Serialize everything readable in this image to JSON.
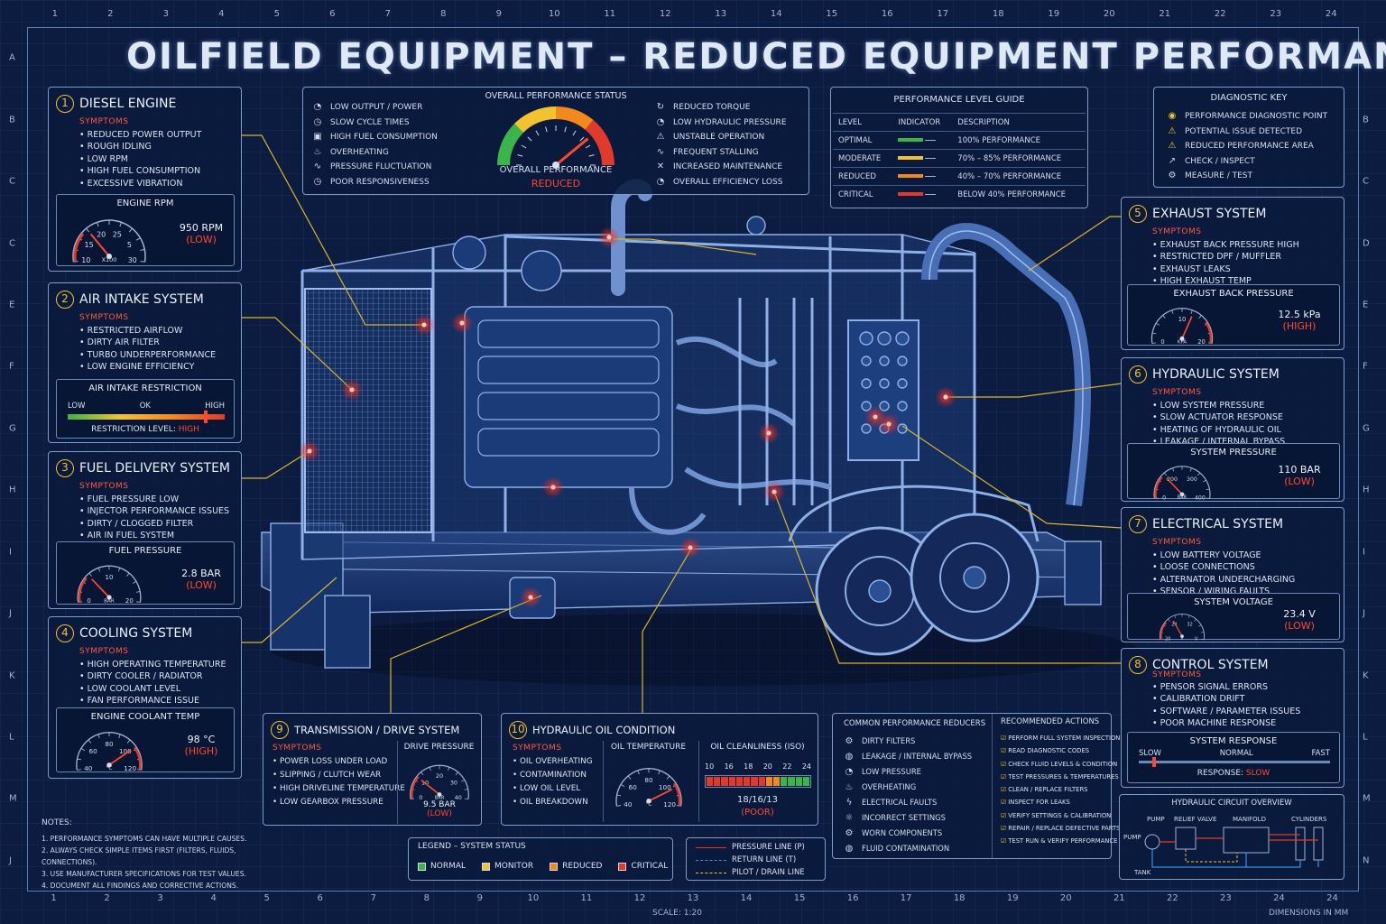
{
  "title": "OILFIELD EQUIPMENT – REDUCED EQUIPMENT PERFORMANCE PROBLEM",
  "ruler_top": [
    "1",
    "2",
    "3",
    "4",
    "5",
    "6",
    "7",
    "8",
    "9",
    "10",
    "11",
    "12",
    "13",
    "14",
    "15",
    "16",
    "17",
    "18",
    "19",
    "20",
    "21",
    "22",
    "23",
    "24"
  ],
  "ruler_bottom": [
    "1",
    "2",
    "3",
    "4",
    "5",
    "6",
    "7",
    "8",
    "9",
    "10",
    "11",
    "12",
    "13",
    "14",
    "15",
    "16",
    "17",
    "18",
    "19",
    "20",
    "21",
    "22",
    "23",
    "24",
    "24"
  ],
  "ruler_left": [
    "A",
    "B",
    "C",
    "C",
    "E",
    "F",
    "G",
    "H",
    "I",
    "J",
    "K",
    "L",
    "M",
    "J"
  ],
  "ruler_right": [
    "A",
    "B",
    "C",
    "D",
    "E",
    "F",
    "G",
    "H",
    "I",
    "J",
    "K",
    "L",
    "M",
    "N"
  ],
  "colors": {
    "normal": "#3bb44a",
    "monitor": "#f2c230",
    "reduced": "#f2891f",
    "critical": "#e03a2a",
    "accent": "#f2c230",
    "bad": "#ff4a2e"
  },
  "status": {
    "left_items": [
      {
        "icon": "gauge-icon",
        "label": "LOW OUTPUT / POWER"
      },
      {
        "icon": "clock-icon",
        "label": "SLOW CYCLE TIMES"
      },
      {
        "icon": "fuel-icon",
        "label": "HIGH FUEL CONSUMPTION"
      },
      {
        "icon": "thermometer-icon",
        "label": "OVERHEATING"
      },
      {
        "icon": "wave-icon",
        "label": "PRESSURE FLUCTUATION"
      },
      {
        "icon": "clock-icon",
        "label": "POOR RESPONSIVENESS"
      }
    ],
    "heading": "OVERALL PERFORMANCE STATUS",
    "gauge_label": "OVERALL PERFORMANCE",
    "gauge_value": "REDUCED",
    "gauge_level": 0.78,
    "right_items": [
      {
        "icon": "torque-icon",
        "label": "REDUCED TORQUE"
      },
      {
        "icon": "gauge-icon",
        "label": "LOW HYDRAULIC PRESSURE"
      },
      {
        "icon": "warning-icon",
        "label": "UNSTABLE OPERATION"
      },
      {
        "icon": "wave-icon",
        "label": "FREQUENT STALLING"
      },
      {
        "icon": "wrench-icon",
        "label": "INCREASED MAINTENANCE"
      },
      {
        "icon": "gauge-icon",
        "label": "OVERALL EFFICIENCY LOSS"
      }
    ]
  },
  "guide": {
    "title": "PERFORMANCE LEVEL GUIDE",
    "headers": [
      "LEVEL",
      "INDICATOR",
      "DESCRIPTION"
    ],
    "rows": [
      {
        "level": "OPTIMAL",
        "color": "#3bb44a",
        "desc": "100% PERFORMANCE"
      },
      {
        "level": "MODERATE",
        "color": "#f2c230",
        "desc": "70% – 85% PERFORMANCE"
      },
      {
        "level": "REDUCED",
        "color": "#f2891f",
        "desc": "40% – 70% PERFORMANCE"
      },
      {
        "level": "CRITICAL",
        "color": "#e03a2a",
        "desc": "BELOW 40% PERFORMANCE"
      }
    ]
  },
  "key": {
    "title": "DIAGNOSTIC KEY",
    "items": [
      {
        "icon": "target-icon",
        "label": "PERFORMANCE DIAGNOSTIC POINT"
      },
      {
        "icon": "warning-icon",
        "label": "POTENTIAL ISSUE DETECTED"
      },
      {
        "icon": "warning-icon",
        "label": "REDUCED PERFORMANCE AREA"
      },
      {
        "icon": "arrow-icon",
        "label": "CHECK / INSPECT"
      },
      {
        "icon": "gear-icon",
        "label": "MEASURE / TEST"
      }
    ]
  },
  "systems": {
    "s1": {
      "num": "1",
      "name": "DIESEL ENGINE",
      "symptoms_label": "SYMPTOMS",
      "symptoms": [
        "REDUCED POWER OUTPUT",
        "ROUGH IDLING",
        "LOW RPM",
        "HIGH FUEL CONSUMPTION",
        "EXCESSIVE VIBRATION"
      ],
      "gauge_title": "ENGINE RPM",
      "ticks": [
        "10",
        "15",
        "20",
        "25",
        "5",
        "30"
      ],
      "unit": "X100",
      "value": "950 RPM",
      "status": "(LOW)",
      "level": 0.3
    },
    "s2": {
      "num": "2",
      "name": "AIR INTAKE SYSTEM",
      "symptoms_label": "SYMPTOMS",
      "symptoms": [
        "RESTRICTED AIRFLOW",
        "DIRTY AIR FILTER",
        "TURBO UNDERPERFORMANCE",
        "LOW ENGINE EFFICIENCY"
      ],
      "gauge_title": "AIR INTAKE RESTRICTION",
      "scale": [
        "LOW",
        "OK",
        "HIGH"
      ],
      "level_label": "RESTRICTION LEVEL:",
      "level_value": "HIGH",
      "level": 0.88
    },
    "s3": {
      "num": "3",
      "name": "FUEL DELIVERY SYSTEM",
      "symptoms_label": "SYMPTOMS",
      "symptoms": [
        "FUEL PRESSURE LOW",
        "INJECTOR PERFORMANCE ISSUES",
        "DIRTY / CLOGGED FILTER",
        "AIR IN FUEL SYSTEM"
      ],
      "gauge_title": "FUEL PRESSURE",
      "ticks": [
        "0",
        "10",
        "20"
      ],
      "unit": "BAR",
      "value": "2.8 BAR",
      "status": "(LOW)",
      "level": 0.28
    },
    "s4": {
      "num": "4",
      "name": "COOLING SYSTEM",
      "symptoms_label": "SYMPTOMS",
      "symptoms": [
        "HIGH OPERATING TEMPERATURE",
        "DIRTY COOLER / RADIATOR",
        "LOW COOLANT LEVEL",
        "FAN PERFORMANCE ISSUE"
      ],
      "gauge_title": "ENGINE COOLANT TEMP",
      "ticks": [
        "40",
        "60",
        "80",
        "100",
        "120"
      ],
      "unit": "°C",
      "value": "98 °C",
      "status": "(HIGH)",
      "level": 0.78
    },
    "s5": {
      "num": "5",
      "name": "EXHAUST SYSTEM",
      "symptoms_label": "SYMPTOMS",
      "symptoms": [
        "EXHAUST BACK PRESSURE HIGH",
        "RESTRICTED DPF / MUFFLER",
        "EXHAUST LEAKS",
        "HIGH EXHAUST TEMP"
      ],
      "gauge_title": "EXHAUST BACK PRESSURE",
      "ticks": [
        "0",
        "10",
        "20"
      ],
      "unit": "KPA",
      "value": "12.5 kPa",
      "status": "(HIGH)",
      "level": 0.62
    },
    "s6": {
      "num": "6",
      "name": "HYDRAULIC SYSTEM",
      "symptoms_label": "SYMPTOMS",
      "symptoms": [
        "LOW SYSTEM PRESSURE",
        "SLOW ACTUATOR RESPONSE",
        "HEATING OF HYDRAULIC OIL",
        "LEAKAGE / INTERNAL BYPASS"
      ],
      "gauge_title": "SYSTEM PRESSURE",
      "ticks": [
        "0",
        "200",
        "300",
        "400"
      ],
      "unit": "BAR",
      "value": "110 BAR",
      "status": "(LOW)",
      "level": 0.28
    },
    "s7": {
      "num": "7",
      "name": "ELECTRICAL SYSTEM",
      "symptoms_label": "SYMPTOMS",
      "symptoms": [
        "LOW BATTERY VOLTAGE",
        "LOOSE CONNECTIONS",
        "ALTERNATOR UNDERCHARGING",
        "SENSOR / WIRING FAULTS"
      ],
      "gauge_title": "SYSTEM VOLTAGE",
      "ticks": [
        "20",
        "24",
        "32",
        "V"
      ],
      "unit": "V",
      "value": "23.4 V",
      "status": "(LOW)",
      "level": 0.35
    },
    "s8": {
      "num": "8",
      "name": "CONTROL SYSTEM",
      "symptoms_label": "SYMPTOMS",
      "symptoms": [
        "PENSOR SIGNAL ERRORS",
        "CALIBRATION DRIFT",
        "SOFTWARE / PARAMETER ISSUES",
        "POOR MACHINE RESPONSE"
      ],
      "gauge_title": "SYSTEM RESPONSE",
      "scale": [
        "SLOW",
        "NORMAL",
        "FAST"
      ],
      "level_label": "RESPONSE:",
      "level_value": "SLOW",
      "level": 0.08
    },
    "s9": {
      "num": "9",
      "name": "TRANSMISSION / DRIVE SYSTEM",
      "symptoms_label": "SYMPTOMS",
      "symptoms": [
        "POWER LOSS UNDER LOAD",
        "SLIPPING / CLUTCH WEAR",
        "HIGH DRIVELINE TEMPERATURE",
        "LOW GEARBOX PRESSURE"
      ],
      "gauge_title": "DRIVE PRESSURE",
      "ticks": [
        "0",
        "10",
        "20",
        "30",
        "40"
      ],
      "unit": "BAR",
      "value": "9.5 BAR",
      "status": "(LOW)",
      "level": 0.24
    },
    "s10": {
      "num": "10",
      "name": "HYDRAULIC OIL CONDITION",
      "symptoms_label": "SYMPTOMS",
      "symptoms": [
        "OIL OVERHEATING",
        "CONTAMINATION",
        "LOW OIL LEVEL",
        "OIL BREAKDOWN"
      ],
      "gauge_title": "OIL TEMPERATURE",
      "ticks": [
        "40",
        "60",
        "80",
        "100",
        "120"
      ],
      "unit": "°C",
      "level": 0.82,
      "clean_title": "OIL CLEANLINESS (ISO)",
      "clean_ticks": [
        "10",
        "16",
        "18",
        "20",
        "22",
        "24"
      ],
      "clean_value": "18/16/13",
      "clean_status": "(POOR)"
    }
  },
  "notes": {
    "title": "NOTES:",
    "items": [
      "1. PERFORMANCE SYMPTOMS CAN HAVE MULTIPLE CAUSES.",
      "2. ALWAYS CHECK SIMPLE ITEMS FIRST (FILTERS, FLUIDS, CONNECTIONS).",
      "3. USE MANUFACTURER SPECIFICATIONS FOR TEST VALUES.",
      "4. DOCUMENT ALL FINDINGS AND CORRECTIVE ACTIONS."
    ]
  },
  "legend": {
    "title": "LEGEND – SYSTEM STATUS",
    "items": [
      {
        "label": "NORMAL",
        "color": "#3bb44a"
      },
      {
        "label": "MONITOR",
        "color": "#f2c230"
      },
      {
        "label": "REDUCED",
        "color": "#f2891f"
      },
      {
        "label": "CRITICAL",
        "color": "#e03a2a"
      }
    ]
  },
  "lines": {
    "items": [
      {
        "label": "PRESSURE LINE (P)",
        "color": "#e03a2a"
      },
      {
        "label": "RETURN LINE (T)",
        "color": "#3b8fe8"
      },
      {
        "label": "PILOT / DRAIN LINE",
        "color": "#f2c230"
      }
    ]
  },
  "reducers": {
    "title": "COMMON PERFORMANCE REDUCERS",
    "items": [
      {
        "icon": "gear-icon",
        "label": "DIRTY FILTERS"
      },
      {
        "icon": "drop-icon",
        "label": "LEAKAGE / INTERNAL BYPASS"
      },
      {
        "icon": "gauge-icon",
        "label": "LOW PRESSURE"
      },
      {
        "icon": "thermometer-icon",
        "label": "OVERHEATING"
      },
      {
        "icon": "bolt-icon",
        "label": "ELECTRICAL FAULTS"
      },
      {
        "icon": "settings-icon",
        "label": "INCORRECT SETTINGS"
      },
      {
        "icon": "gear-icon",
        "label": "WORN COMPONENTS"
      },
      {
        "icon": "drop-icon",
        "label": "FLUID CONTAMINATION"
      }
    ]
  },
  "actions": {
    "title": "RECOMMENDED ACTIONS",
    "items": [
      "PERFORM FULL SYSTEM INSPECTION",
      "READ DIAGNOSTIC CODES",
      "CHECK FLUID LEVELS & CONDITION",
      "TEST PRESSURES & TEMPERATURES",
      "CLEAN / REPLACE FILTERS",
      "INSPECT FOR LEAKS",
      "VERIFY SETTINGS & CALIBRATION",
      "REPAIR / REPLACE DEFECTIVE PARTS",
      "TEST RUN & VERIFY PERFORMANCE"
    ]
  },
  "circuit": {
    "title": "HYDRAULIC CIRCUIT OVERVIEW",
    "labels": [
      "PUMP",
      "RELIEF VALVE",
      "MANIFOLD",
      "CYLINDERS",
      "PUMP",
      "TANK"
    ]
  },
  "footer": {
    "scale": "SCALE: 1:20",
    "dims": "DIMENSIONS IN MM"
  }
}
